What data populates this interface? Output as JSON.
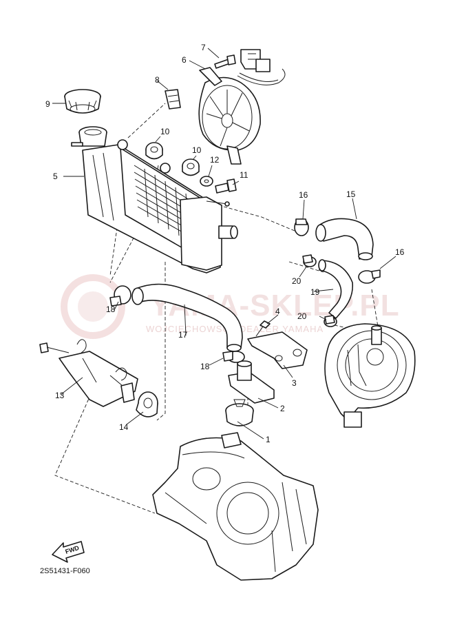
{
  "diagram_code": "2S51431-F060",
  "fwd_label": "FWD",
  "watermark": {
    "title": "YAMA-SKLEP.PL",
    "subtitle": "WOJCIECHOWSCY DEALER YAMAHA"
  },
  "callouts": [
    {
      "id": "c1",
      "label": "1"
    },
    {
      "id": "c2",
      "label": "2"
    },
    {
      "id": "c3",
      "label": "3"
    },
    {
      "id": "c4",
      "label": "4"
    },
    {
      "id": "c5",
      "label": "5"
    },
    {
      "id": "c6",
      "label": "6"
    },
    {
      "id": "c7",
      "label": "7"
    },
    {
      "id": "c8",
      "label": "8"
    },
    {
      "id": "c9",
      "label": "9"
    },
    {
      "id": "c10a",
      "label": "10"
    },
    {
      "id": "c10b",
      "label": "10"
    },
    {
      "id": "c11",
      "label": "11"
    },
    {
      "id": "c12",
      "label": "12"
    },
    {
      "id": "c13",
      "label": "13"
    },
    {
      "id": "c14",
      "label": "14"
    },
    {
      "id": "c15",
      "label": "15"
    },
    {
      "id": "c16a",
      "label": "16"
    },
    {
      "id": "c16b",
      "label": "16"
    },
    {
      "id": "c17",
      "label": "17"
    },
    {
      "id": "c18a",
      "label": "18"
    },
    {
      "id": "c18b",
      "label": "18"
    },
    {
      "id": "c19",
      "label": "19"
    },
    {
      "id": "c20a",
      "label": "20"
    },
    {
      "id": "c20b",
      "label": "20"
    }
  ]
}
